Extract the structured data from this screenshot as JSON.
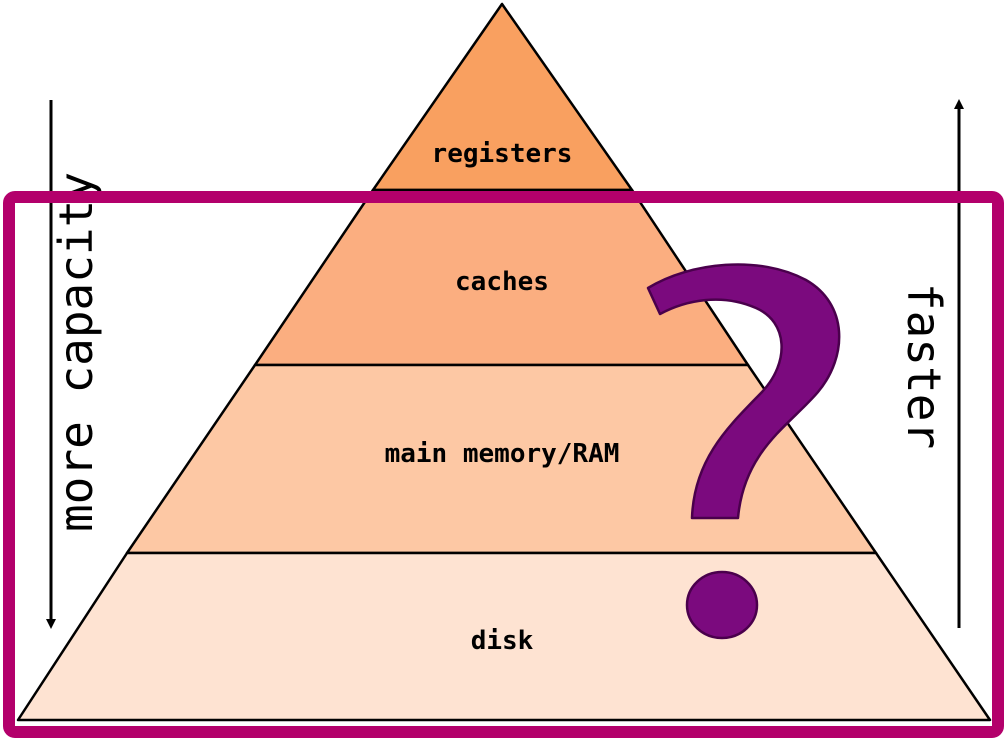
{
  "tiers": [
    {
      "label": "registers",
      "color": "#f9a060"
    },
    {
      "label": "caches",
      "color": "#fbae80"
    },
    {
      "label": "main memory/RAM",
      "color": "#fdc8a4"
    },
    {
      "label": "disk",
      "color": "#fee3d2"
    }
  ],
  "left_axis": {
    "label": "more capacity",
    "direction": "down"
  },
  "right_axis": {
    "label": "faster",
    "direction": "up"
  },
  "highlight": {
    "color": "#b3006b"
  },
  "question_mark": {
    "glyph": "?",
    "fill": "#7b0a7e",
    "stroke": "#4a004c"
  }
}
